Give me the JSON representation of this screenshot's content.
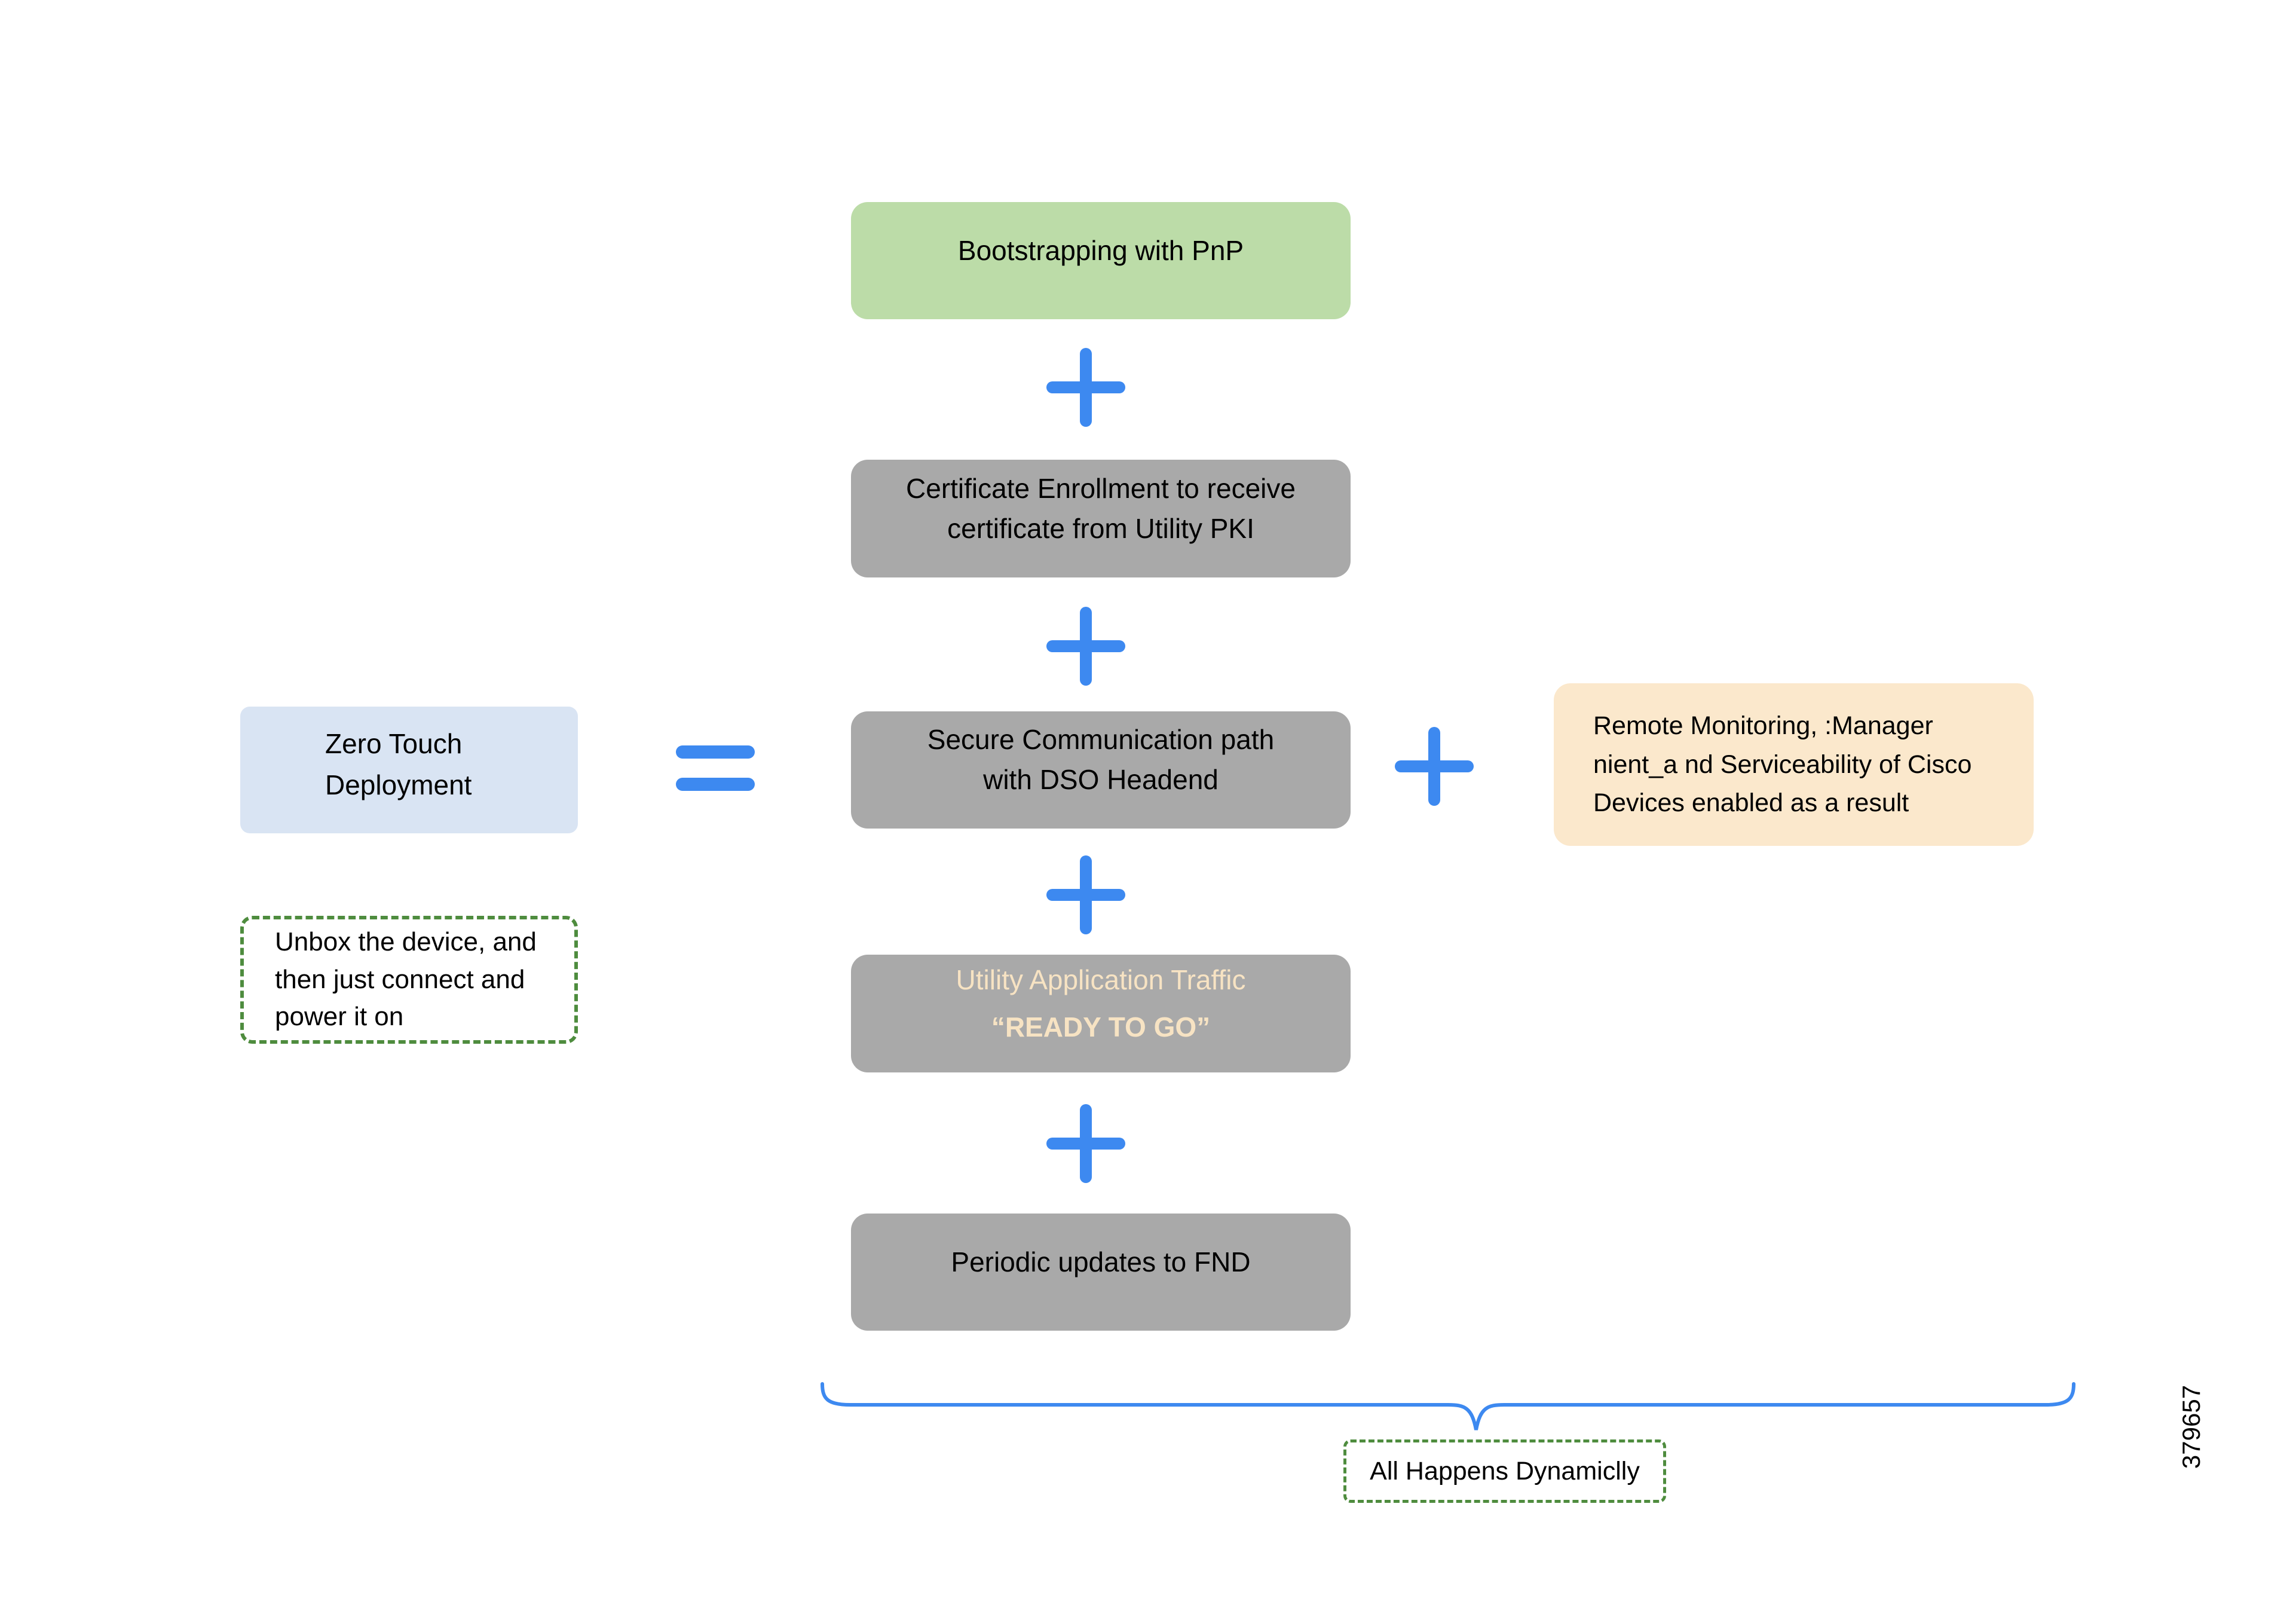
{
  "figure": {
    "equation": {
      "result_label": "Zero Touch\nDeployment",
      "note": "Unbox the device, and\nthen just connect and\npower it on"
    },
    "steps": [
      {
        "label": "Bootstrapping with PnP",
        "variant": "green"
      },
      {
        "label": "Certificate Enrollment to receive\ncertificate from Utility PKI",
        "variant": "gray"
      },
      {
        "label": "Secure Communication path\nwith DSO Headend",
        "variant": "gray"
      },
      {
        "label": "Utility Application Traffic",
        "sublabel": "“READY TO GO”",
        "variant": "gray-accent"
      },
      {
        "label": "Periodic updates to FND",
        "variant": "gray"
      }
    ],
    "outcome_label": "Remote Monitoring, :Manager\nnient_a nd Serviceability of Cisco\nDevices enabled as a result",
    "brace_caption": "All Happens Dynamiclly",
    "figure_number": "379657",
    "icons": {
      "plus": "plus-icon",
      "equals": "equals-icon",
      "brace": "bottom-curly-brace"
    },
    "colors": {
      "step_green": "#bcdca8",
      "step_gray": "#a9a9a9",
      "result_blue": "#d9e4f3",
      "outcome_peach": "#fbe8cc",
      "accent_text_cream": "#f7e3c3",
      "operator_blue": "#3d89f0",
      "dashed_green": "#4e8c3e",
      "background": "#ffffff",
      "text": "#000000"
    }
  }
}
